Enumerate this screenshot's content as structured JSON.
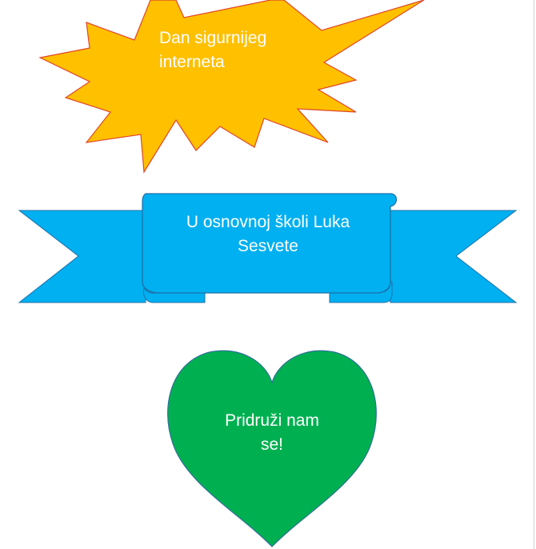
{
  "document": {
    "shapes": {
      "explosion": {
        "line1": "Dan sigurnijeg",
        "line2": "interneta",
        "fill": "#FFC000",
        "stroke": "#E0462A"
      },
      "ribbon": {
        "line1": "U osnovnoj školi Luka",
        "line2": "Sesvete",
        "fill": "#00B0F0",
        "stroke": "#1F6FA8"
      },
      "heart": {
        "line1": "Pridruži nam",
        "line2": "se!",
        "fill": "#00B050",
        "stroke": "#2E6E9A"
      }
    }
  }
}
